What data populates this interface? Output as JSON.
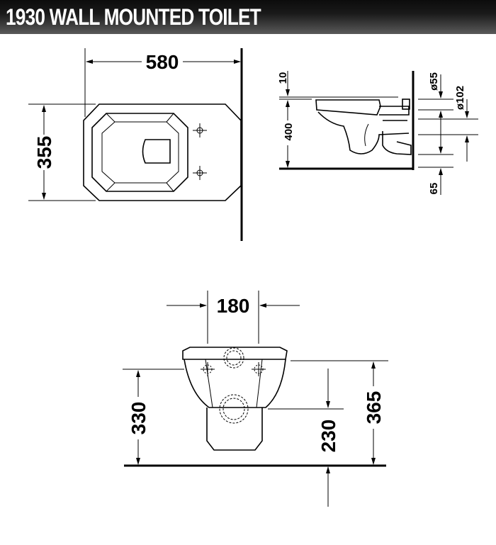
{
  "header": {
    "title": "1930 WALL MOUNTED TOILET"
  },
  "top_view": {
    "width": "580",
    "depth": "355"
  },
  "side_view": {
    "seat_gap": "10",
    "height": "400",
    "inlet_diameter": "ø55",
    "outlet_diameter": "ø102",
    "outlet_offset": "65"
  },
  "front_view": {
    "bolt_spacing": "180",
    "bolt_height": "330",
    "outlet_height": "230",
    "inlet_height": "365"
  }
}
